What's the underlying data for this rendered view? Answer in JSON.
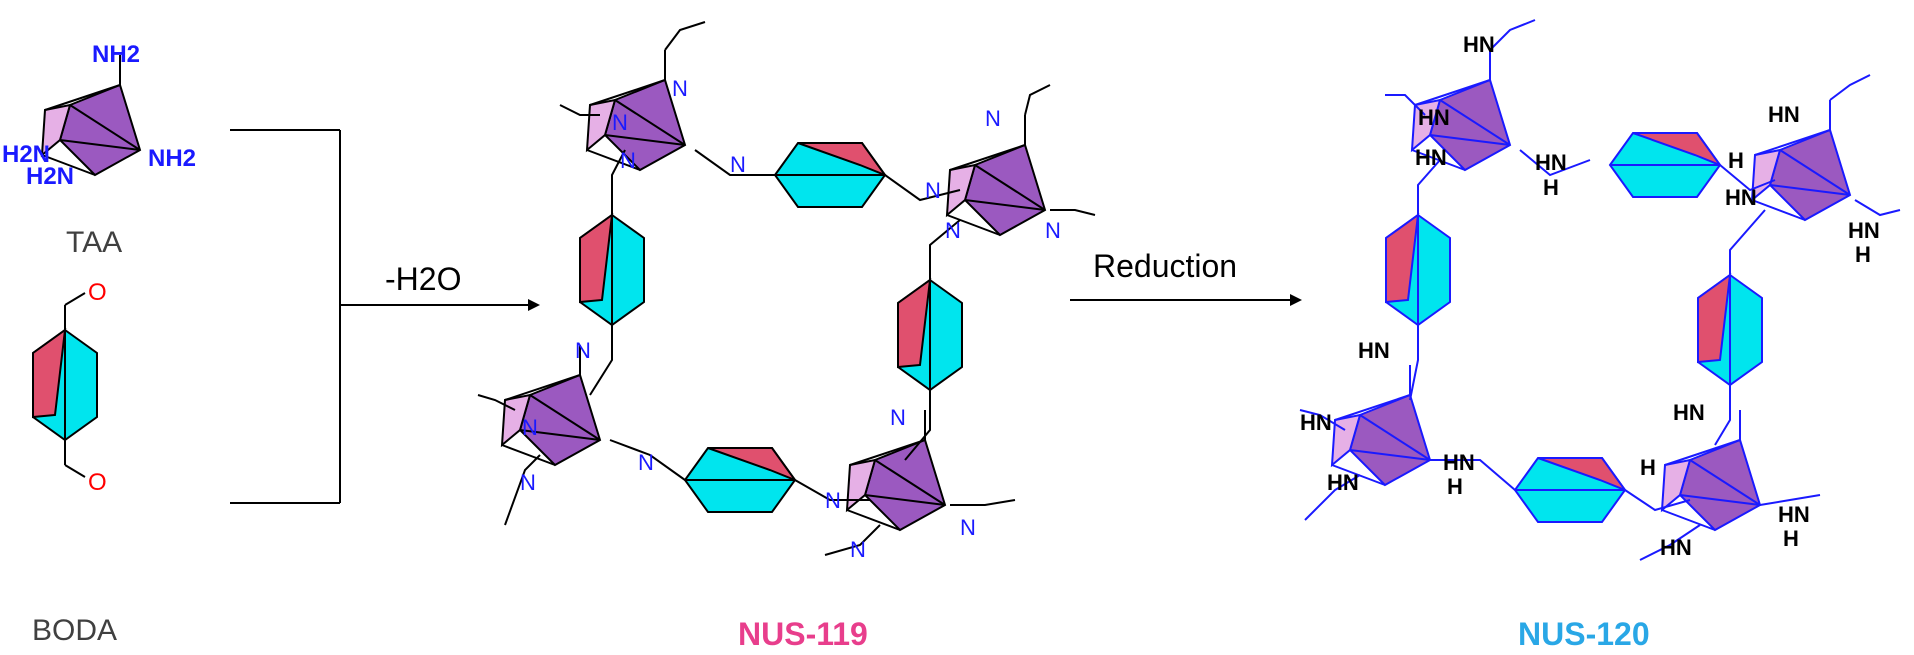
{
  "reactants": {
    "taa": {
      "name": "TAA",
      "amine_labels": [
        "NH2",
        "H2N",
        "H2N",
        "NH2"
      ]
    },
    "boda": {
      "name": "BODA",
      "oxygen_labels": [
        "O",
        "O"
      ]
    }
  },
  "step1": {
    "reagent": "-H2O"
  },
  "step2": {
    "reagent": "Reduction"
  },
  "products": {
    "nus119": {
      "name": "NUS-119",
      "color": "#e83e8c"
    },
    "nus120": {
      "name": "NUS-120",
      "color": "#29a7e6"
    }
  },
  "atoms": {
    "imine_n": "N",
    "amine_nh": "HN",
    "amine_h": "H"
  },
  "colors": {
    "cage_purple": "#9b59c0",
    "cage_pink_face": "#e6b0e6",
    "bicyclo_cyan": "#00e5ee",
    "bicyclo_red": "#e0506e",
    "nitrogen_blue": "#1a1aff",
    "oxygen_red": "#ff0000",
    "bond_black": "#000000",
    "network_blue": "#1a1aff"
  }
}
